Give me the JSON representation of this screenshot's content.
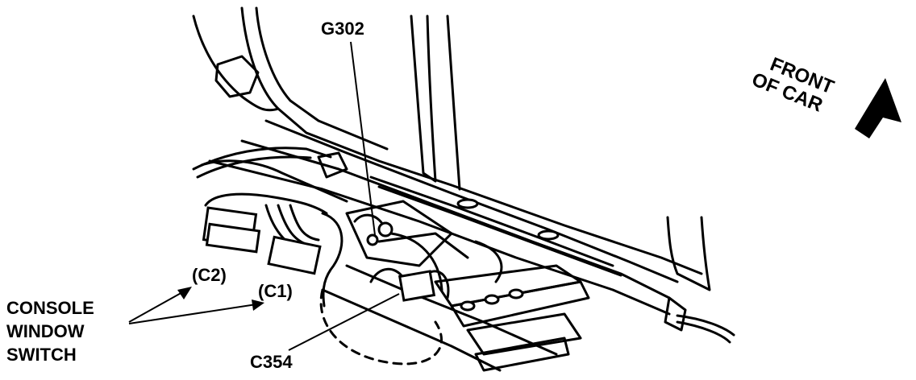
{
  "labels": {
    "g302": "G302",
    "c2": "(C2)",
    "c1": "(C1)",
    "c354": "C354",
    "console_line1": "CONSOLE",
    "console_line2": "WINDOW",
    "console_line3": "SWITCH",
    "front_line1": "FRONT",
    "front_line2": "OF CAR"
  },
  "colors": {
    "ink": "#000000",
    "paper": "#ffffff"
  }
}
